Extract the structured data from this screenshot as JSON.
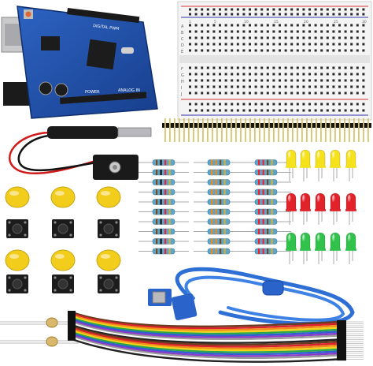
{
  "board": {
    "brand": "DIGITAL PWM",
    "power_label": "POWER",
    "analog_label": "ANALOG IN"
  },
  "breadboard": {
    "row_letters_top": [
      "A",
      "B",
      "C",
      "D",
      "E"
    ],
    "row_letters_bottom": [
      "F",
      "G",
      "H",
      "I",
      "J"
    ],
    "column_numbers": [
      "1",
      "5",
      "10",
      "15",
      "20",
      "25",
      "30"
    ]
  },
  "colors": {
    "board_blue": "#1f4fa6",
    "button_yellow": "#f2cd1c",
    "led_yellow": "#f6e21c",
    "led_red": "#e2222b",
    "led_green": "#31c24c",
    "usb_blue": "#2e6fd6",
    "wire_colors": [
      "#6b3b1f",
      "#d9232e",
      "#f08a1a",
      "#f4d21c",
      "#2aa84a",
      "#2f5fd0",
      "#8a3bc8",
      "#9a9a9a",
      "#ffffff",
      "#222222"
    ]
  },
  "counts": {
    "resistors": 30,
    "leds_per_color": 5,
    "buttons": 6,
    "jumper_wires": 20
  }
}
